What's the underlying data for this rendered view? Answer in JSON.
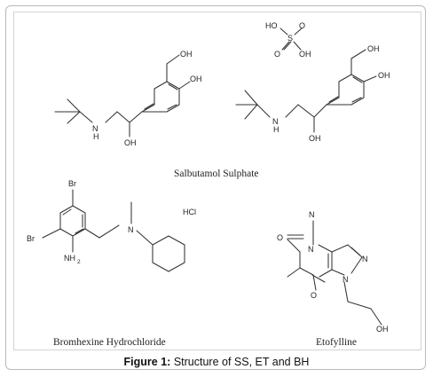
{
  "figure": {
    "caption_label": "Figure 1:",
    "caption_text": " Structure of SS, ET and BH"
  },
  "compounds": {
    "salbutamol": {
      "name": "Salbutamol Sulphate"
    },
    "bromhexine": {
      "name": "Bromhexine Hydrochloride"
    },
    "etofylline": {
      "name": "Etofylline"
    }
  },
  "atoms": {
    "oh": "OH",
    "ho": "HO",
    "o": "O",
    "s": "S",
    "n": "N",
    "h": "H",
    "br": "Br",
    "nh": "NH",
    "sub2": "2",
    "hcl": "HCl"
  }
}
